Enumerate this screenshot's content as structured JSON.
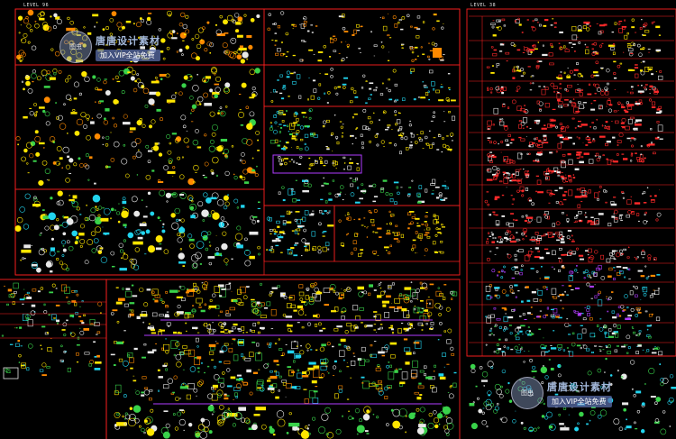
{
  "drawing": {
    "background": "#000000",
    "colors": {
      "frame": "#ff2020",
      "yellow": "#ffe600",
      "white": "#e8e8e8",
      "cyan": "#22d4ee",
      "green": "#39d24a",
      "magenta": "#b03cff",
      "orange": "#ff8a00",
      "red": "#ff2a2a"
    }
  },
  "labels": {
    "left_sheet": "LEVEL 96",
    "right_sheet": "LEVEL 38"
  },
  "watermark": {
    "brand": "唐唐设计素材",
    "promo": "加入VIP全站免费",
    "badge_text": "图虫"
  }
}
